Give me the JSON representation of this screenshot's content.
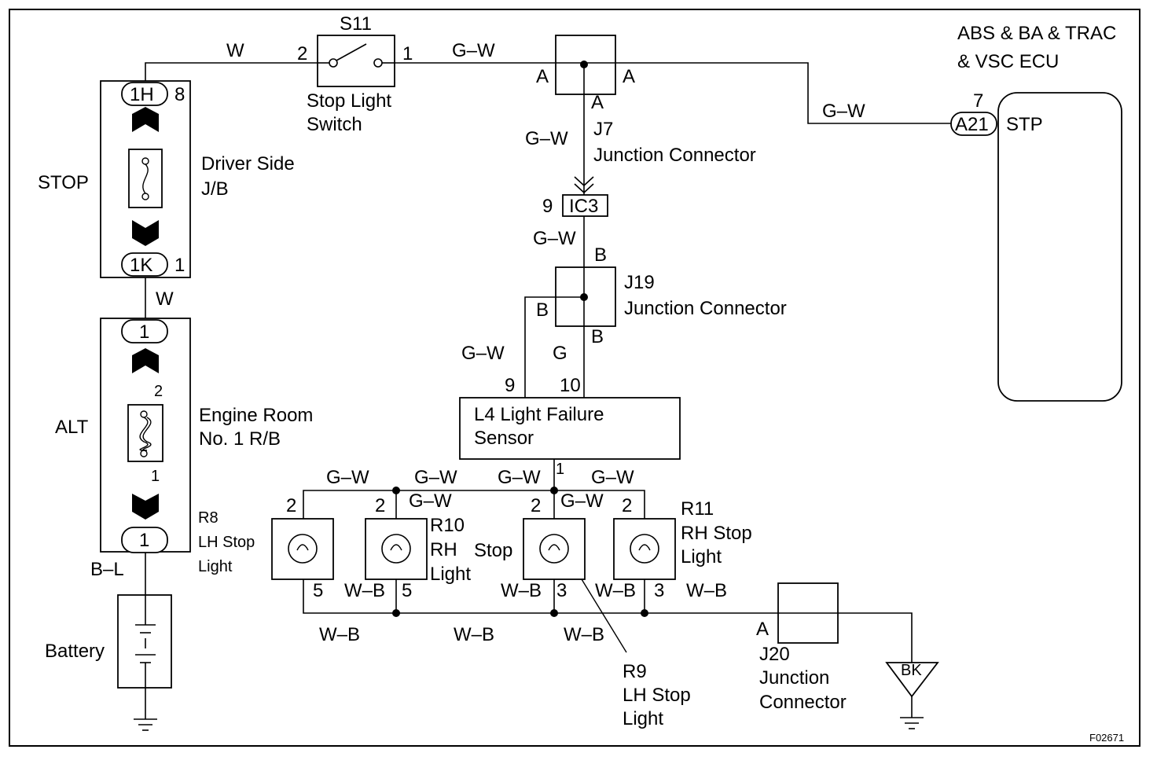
{
  "ecu": {
    "title_line1": "ABS & BA & TRAC",
    "title_line2": "& VSC ECU",
    "pin_number": "7",
    "connector": "A21",
    "terminal": "STP"
  },
  "stop_switch": {
    "ref": "S11",
    "pin_left": "2",
    "pin_right": "1",
    "label_line1": "Stop Light",
    "label_line2": "Switch"
  },
  "j7": {
    "pin_left": "A",
    "pin_right": "A",
    "pin_bottom": "A",
    "ref": "J7",
    "label": "Junction Connector"
  },
  "ic3": {
    "pin": "9",
    "ref": "IC3"
  },
  "j19": {
    "ref": "J19",
    "label": "Junction Connector",
    "pin_top": "B",
    "pin_left": "B",
    "pin_bottom": "B"
  },
  "sensor": {
    "label_line1": "L4 Light Failure",
    "label_line2": "Sensor",
    "pin_9": "9",
    "pin_10": "10",
    "pin_1": "1"
  },
  "driver_jb": {
    "fuse": "STOP",
    "label_line1": "Driver Side",
    "label_line2": "J/B",
    "conn_top": "1H",
    "conn_top_pin": "8",
    "conn_bottom": "1K",
    "conn_bottom_pin": "1"
  },
  "engine_rb": {
    "fuse": "ALT",
    "label_line1": "Engine Room",
    "label_line2": "No. 1 R/B",
    "conn_top": "1",
    "pin_upper": "2",
    "pin_lower": "1",
    "conn_bottom": "1"
  },
  "battery": {
    "label": "Battery"
  },
  "lamps": {
    "r8": {
      "ref": "R8",
      "line1": "LH Stop",
      "line2": "Light",
      "pin_top": "2",
      "pin_bottom": "5"
    },
    "r10": {
      "ref": "R10",
      "line1": "RH",
      "line2": "Light",
      "pin_top": "2",
      "pin_bottom": "5"
    },
    "r9_stop": {
      "word": "Stop",
      "pin_top": "2",
      "pin_bottom": "3"
    },
    "r11": {
      "ref": "R11",
      "line1": "RH Stop",
      "line2": "Light",
      "pin_top": "2",
      "pin_bottom": "3"
    },
    "r9": {
      "ref": "R9",
      "line1": "LH Stop",
      "line2": "Light"
    }
  },
  "j20": {
    "pin": "A",
    "ref": "J20",
    "line1": "Junction",
    "line2": "Connector"
  },
  "ground": {
    "code": "BK"
  },
  "wires": {
    "w_top": "W",
    "gw_switch": "G–W",
    "gw_ecu": "G–W",
    "gw_j7": "G–W",
    "gw_ic3": "G–W",
    "gw_j19": "G–W",
    "g_j19": "G",
    "w_mid": "W",
    "bl": "B–L",
    "gw_a": "G–W",
    "gw_b": "G–W",
    "gw_c": "G–W",
    "gw_d": "G–W",
    "gw_e": "G–W",
    "gw_f": "G–W",
    "wb_r10": "W–B",
    "wb_r9": "W–B",
    "wb_r11": "W–B",
    "wb_right": "W–B",
    "wb_bot1": "W–B",
    "wb_bot2": "W–B",
    "wb_bot3": "W–B"
  },
  "figure_code": "F02671"
}
